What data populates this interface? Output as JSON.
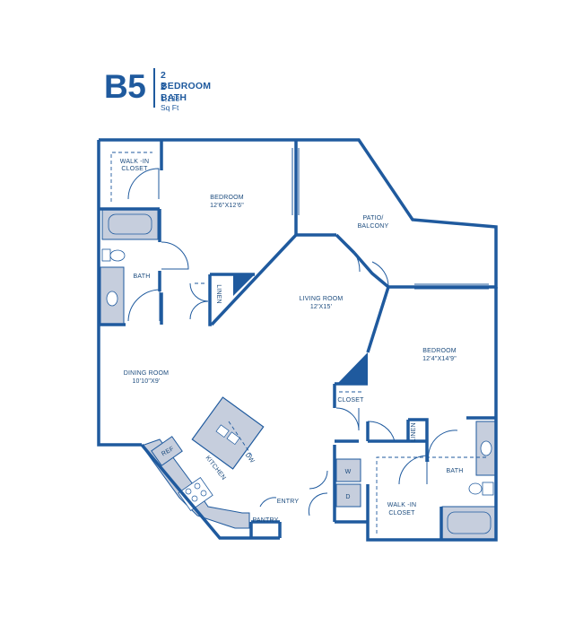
{
  "header": {
    "unit_code": "B5",
    "bedrooms": "2 BEDROOM",
    "baths": "2 BATH",
    "area": "1,138 Sq Ft"
  },
  "rooms": {
    "walk_in_closet_1": [
      "WALK -IN",
      "CLOSET"
    ],
    "bedroom_1_name": "BEDROOM",
    "bedroom_1_dims": "12'6\"X12'6\"",
    "patio": [
      "PATIO/",
      "BALCONY"
    ],
    "bath_1": "BATH",
    "linen_1": "LINEN",
    "living_name": "LIVING ROOM",
    "living_dims": "12'X15'",
    "dining_name": "DINING ROOM",
    "dining_dims": "10'10\"X9'",
    "bedroom_2_name": "BEDROOM",
    "bedroom_2_dims": "12'4\"X14'9\"",
    "closet": "CLOSET",
    "linen_2": "LINEN",
    "bath_2": "BATH",
    "walk_in_closet_2": [
      "WALK -IN",
      "CLOSET"
    ],
    "kitchen": "KITCHEN",
    "ref": "REF",
    "dw": "DW",
    "washer": "W",
    "dryer": "D",
    "entry": "ENTRY",
    "pantry": "PANTRY"
  },
  "colors": {
    "wall": "#1f5a9e",
    "fixture_fill": "#c6cedd",
    "accent_text": "#1f5a9e"
  }
}
